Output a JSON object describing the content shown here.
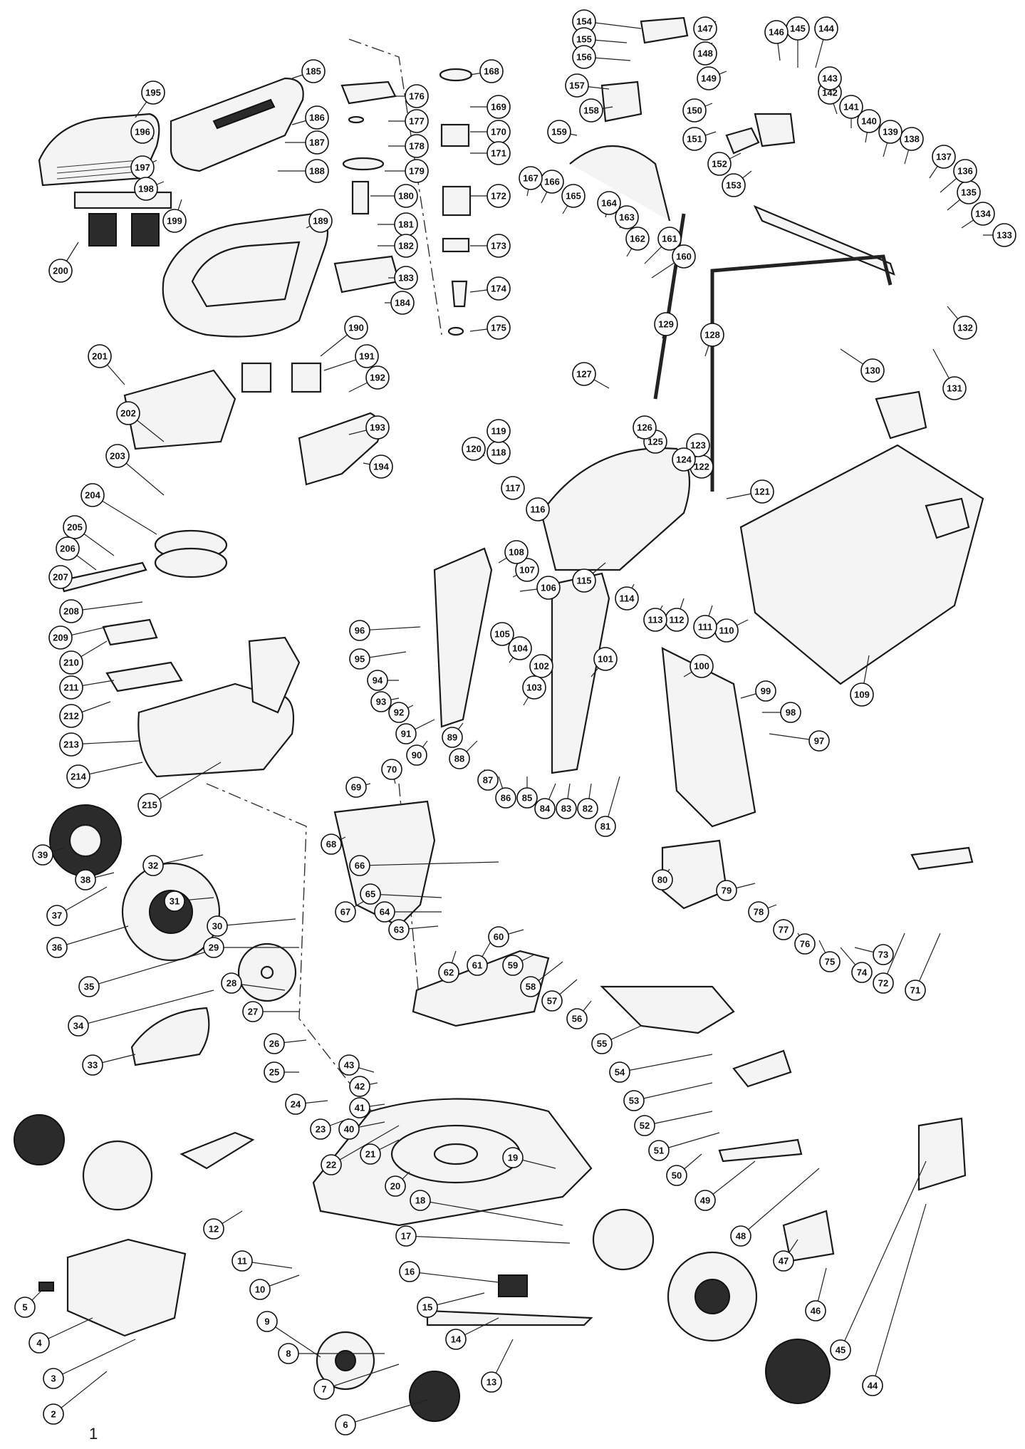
{
  "page_number": "1",
  "callouts": [
    "2",
    "3",
    "4",
    "5",
    "6",
    "7",
    "8",
    "9",
    "10",
    "11",
    "12",
    "13",
    "14",
    "15",
    "16",
    "17",
    "18",
    "19",
    "20",
    "21",
    "22",
    "23",
    "24",
    "25",
    "26",
    "27",
    "28",
    "29",
    "30",
    "31",
    "32",
    "33",
    "34",
    "35",
    "36",
    "37",
    "38",
    "39",
    "40",
    "41",
    "42",
    "43",
    "44",
    "45",
    "46",
    "47",
    "48",
    "49",
    "50",
    "51",
    "52",
    "53",
    "54",
    "55",
    "56",
    "57",
    "58",
    "59",
    "60",
    "61",
    "62",
    "63",
    "64",
    "65",
    "66",
    "67",
    "68",
    "69",
    "70",
    "71",
    "72",
    "73",
    "74",
    "75",
    "76",
    "77",
    "78",
    "79",
    "80",
    "81",
    "82",
    "83",
    "84",
    "85",
    "86",
    "87",
    "88",
    "89",
    "90",
    "91",
    "92",
    "93",
    "94",
    "95",
    "96",
    "97",
    "98",
    "99",
    "100",
    "101",
    "102",
    "103",
    "104",
    "105",
    "106",
    "107",
    "108",
    "109",
    "110",
    "111",
    "112",
    "113",
    "114",
    "115",
    "116",
    "117",
    "118",
    "119",
    "120",
    "121",
    "122",
    "123",
    "124",
    "125",
    "126",
    "127",
    "128",
    "129",
    "130",
    "131",
    "132",
    "133",
    "134",
    "135",
    "136",
    "137",
    "138",
    "139",
    "140",
    "141",
    "142",
    "143",
    "144",
    "145",
    "146",
    "147",
    "148",
    "149",
    "150",
    "151",
    "152",
    "153",
    "154",
    "155",
    "156",
    "157",
    "158",
    "159",
    "160",
    "161",
    "162",
    "163",
    "164",
    "165",
    "166",
    "167",
    "168",
    "169",
    "170",
    "171",
    "172",
    "173",
    "174",
    "175",
    "176",
    "177",
    "178",
    "179",
    "180",
    "181",
    "182",
    "183",
    "184",
    "185",
    "186",
    "187",
    "188",
    "189",
    "190",
    "191",
    "192",
    "193",
    "194",
    "195",
    "196",
    "197",
    "198",
    "199",
    "200",
    "201",
    "202",
    "203",
    "204",
    "205",
    "206",
    "207",
    "208",
    "209",
    "210",
    "211",
    "212",
    "213",
    "214",
    "215"
  ]
}
